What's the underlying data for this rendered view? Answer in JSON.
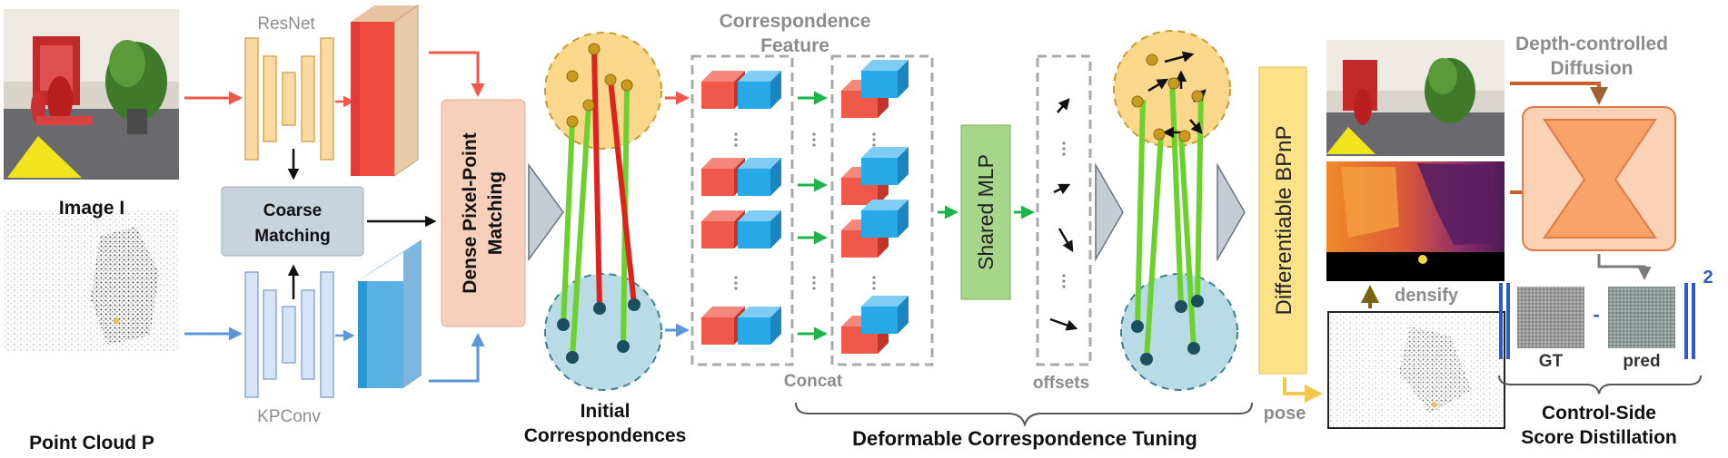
{
  "labels": {
    "image_caption": "Image I",
    "pointcloud_caption": "Point Cloud P",
    "resnet": "ResNet",
    "kpconv": "KPConv",
    "coarse_line1": "Coarse",
    "coarse_line2": "Matching",
    "dense_line1": "Dense Pixel-Point",
    "dense_line2": "Matching",
    "initial_line1": "Initial",
    "initial_line2": "Correspondences",
    "corr_feat_line1": "Correspondence",
    "corr_feat_line2": "Feature",
    "concat": "Concat",
    "shared_mlp": "Shared MLP",
    "offsets": "offsets",
    "dct": "Deformable Correspondence Tuning",
    "bpnp": "Differentiable BPnP",
    "densify": "densify",
    "pose": "pose",
    "dcd_line1": "Depth-controlled",
    "dcd_line2": "Diffusion",
    "gt": "GT",
    "pred": "pred",
    "minus": "-",
    "sq": "2",
    "csd_line1": "Control-Side",
    "csd_line2": "Score Distillation"
  },
  "colors": {
    "red_arrow": "#f0584a",
    "blue_arrow": "#5a96d8",
    "green": "#1db54a",
    "resnet_fill": "#fbd9a0",
    "kpconv_fill": "#d6e4f7",
    "coarse_fill": "#c9d3de",
    "dense_fill": "#f7d0bb",
    "mlp_fill": "#a5d68a",
    "bpnp_fill": "#fde28a",
    "diffusion_fill": "#f8a36a",
    "circle_top": "#fbd78c",
    "circle_bottom": "#b8dbe6"
  },
  "icons": [
    "image-photo",
    "point-cloud",
    "depth-map",
    "noise-patch",
    "brace-icon",
    "arrow-icon"
  ]
}
